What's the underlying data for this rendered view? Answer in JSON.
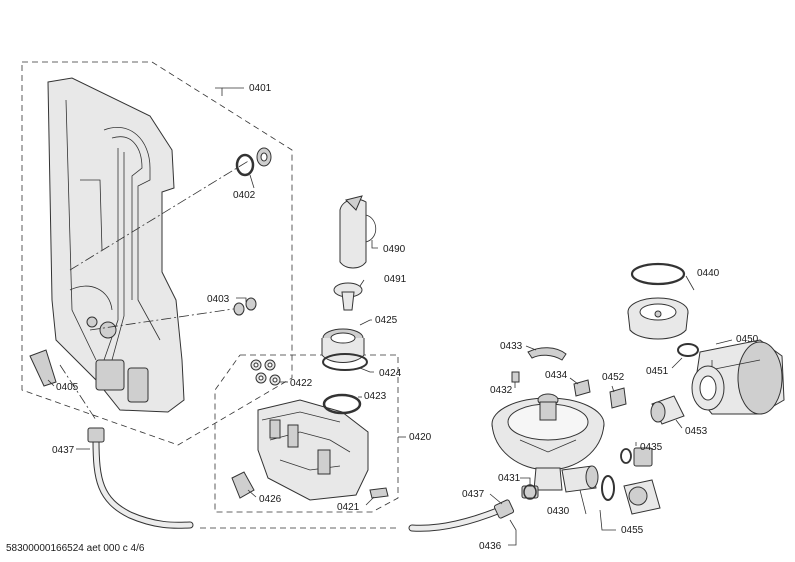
{
  "footer_text": "58300000166524 aet 000 c 4/6",
  "labels": {
    "p0401": "0401",
    "p0402": "0402",
    "p0403": "0403",
    "p0405": "0405",
    "p0437a": "0437",
    "p0490": "0490",
    "p0491": "0491",
    "p0425": "0425",
    "p0424": "0424",
    "p0422": "0422",
    "p0423": "0423",
    "p0420": "0420",
    "p0426": "0426",
    "p0421": "0421",
    "p0433": "0433",
    "p0432": "0432",
    "p0434": "0434",
    "p0452": "0452",
    "p0440": "0440",
    "p0450": "0450",
    "p0451": "0451",
    "p0453": "0453",
    "p0435": "0435",
    "p0431": "0431",
    "p0437b": "0437",
    "p0430": "0430",
    "p0455": "0455",
    "p0436": "0436"
  }
}
